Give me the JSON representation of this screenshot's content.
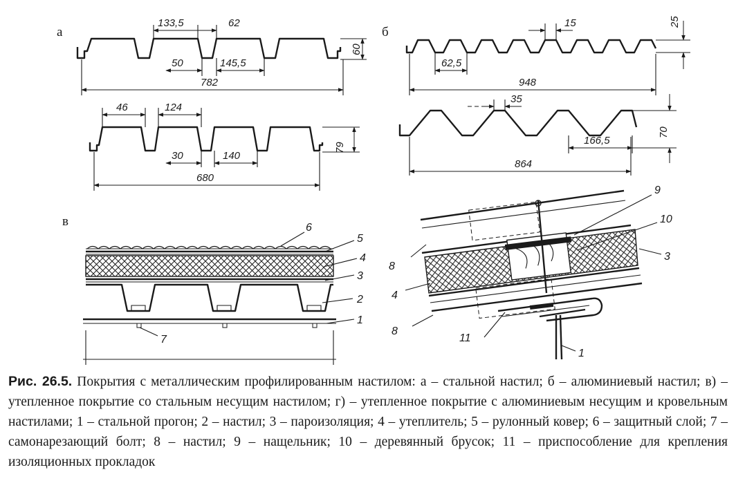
{
  "panels": {
    "a": {
      "label": "а",
      "top_dims": [
        "133,5",
        "62",
        "50",
        "145,5",
        "60",
        "782"
      ],
      "bottom_dims": [
        "46",
        "124",
        "30",
        "140",
        "79",
        "680"
      ]
    },
    "b": {
      "label": "б",
      "top_dims": [
        "15",
        "25",
        "62,5",
        "948"
      ],
      "bottom_dims": [
        "35",
        "70",
        "166,5",
        "864"
      ]
    },
    "v": {
      "label": "в",
      "callouts": [
        "6",
        "5",
        "4",
        "3",
        "2",
        "1",
        "7"
      ]
    },
    "g": {
      "callouts": [
        "9",
        "10",
        "3",
        "8",
        "4",
        "8",
        "11",
        "1"
      ]
    }
  },
  "caption": {
    "title": "Рис. 26.5.",
    "text": " Покрытия с металлическим профилированным настилом: а – стальной настил; б – алюминиевый настил; в) – утепленное покрытие со стальным несущим настилом; г) – утепленное покрытие с алюминиевым несущим и кровельным настилами; 1 – стальной прогон; 2 – настил; 3 – пароизоляция; 4 – утеплитель; 5 – рулонный ковер; 6 – защитный слой; 7 – самонарезающий болт; 8 – настил; 9 – нащельник; 10 – деревянный брусок; 11 – приспособление для крепления изоляционных прокладок"
  }
}
